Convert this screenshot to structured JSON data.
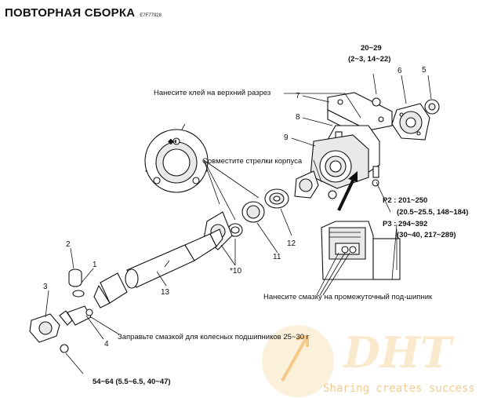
{
  "header": {
    "title": "ПОВТОРНАЯ СБОРКА",
    "code": "E7F77928"
  },
  "callouts": {
    "glue": "Нанесите клей на верхний разрез",
    "arrows": "Совместите стрелки корпуса",
    "lube_wheel": "Заправьте смазкой для колесных подшипников 25~30 г",
    "lube_bearing": "Нанесите смазку на промежуточный под-шипник"
  },
  "torque": {
    "top_line1": "20~29",
    "top_line2": "(2~3, 14~22)",
    "p2_line1": "P2 : 201~250",
    "p2_line2": "(20.5~25.5, 148~184)",
    "p3_line1": "P3 : 294~392",
    "p3_line2": "(30~40, 217~289)",
    "bottom": "54~64 (5.5~6.5, 40~47)"
  },
  "part_numbers": {
    "n1": "1",
    "n2": "2",
    "n3": "3",
    "n4": "4",
    "n5": "5",
    "n6": "6",
    "n7": "7",
    "n8": "8",
    "n9": "9",
    "n10": "*10",
    "n11": "11",
    "n12": "12",
    "n13": "13"
  },
  "watermark": {
    "logo": "DHT",
    "tagline": "Sharing creates success",
    "color": "#f2bf73"
  }
}
